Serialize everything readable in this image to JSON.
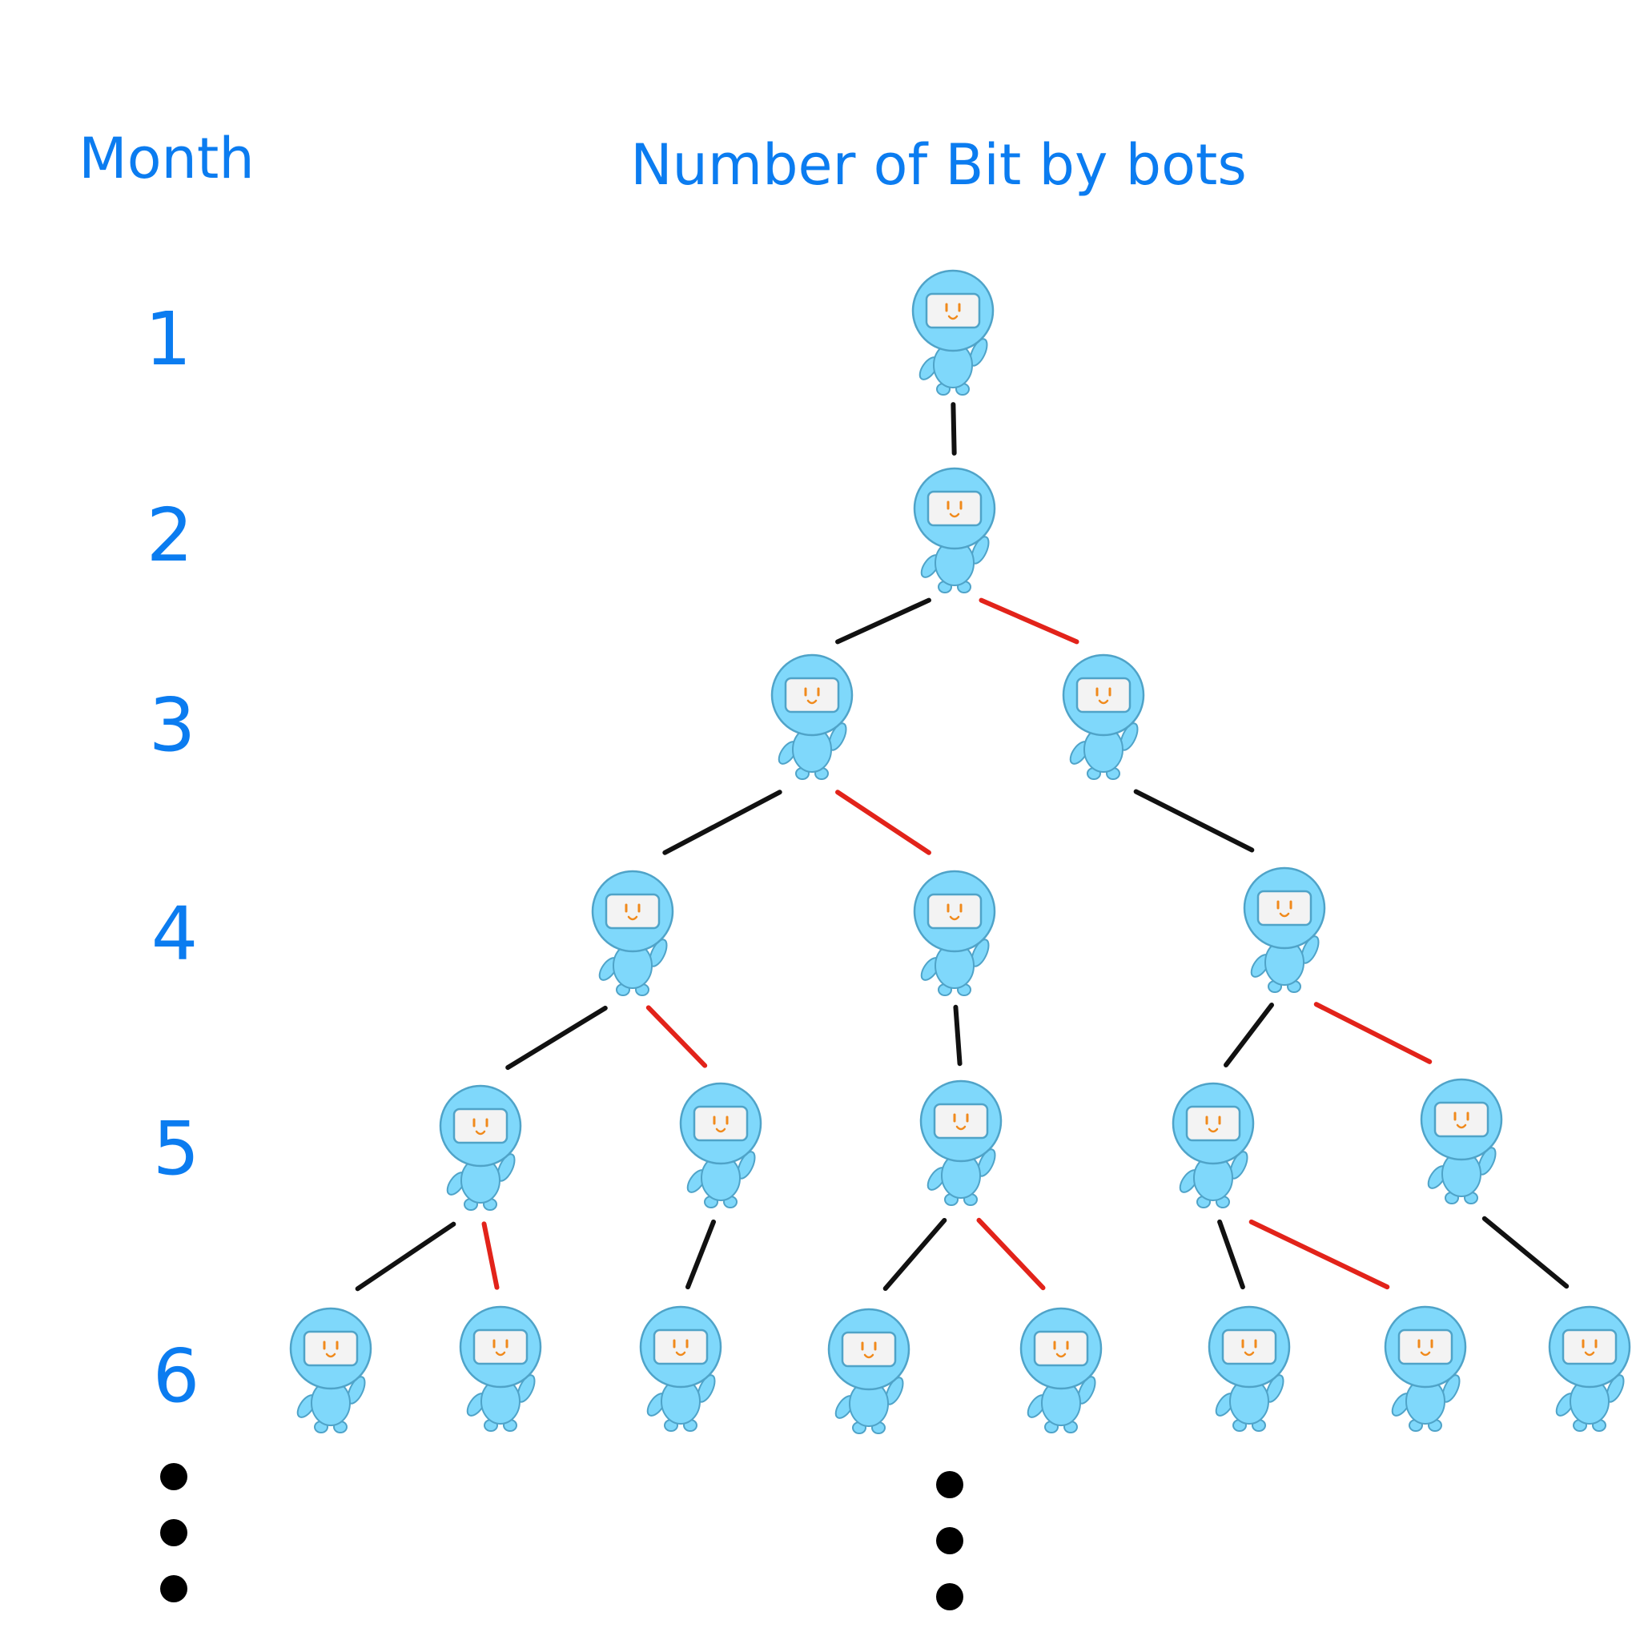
{
  "header": {
    "month_label": "Month",
    "title": "Number of Bit by bots"
  },
  "months": [
    "1",
    "2",
    "3",
    "4",
    "5",
    "6"
  ],
  "colors": {
    "text": "#0b7cf0",
    "bot_body": "#7fd8fb",
    "bot_outline": "#4fa3c8",
    "screen": "#f3f3f3",
    "face": "#f08a1c",
    "original_edge": "#111111",
    "new_edge": "#e2231a",
    "dots": "#000000"
  },
  "bot_icon": "robot-icon",
  "continuation": "ellipsis-dots",
  "generations": [
    {
      "month": "1",
      "bots": 1
    },
    {
      "month": "2",
      "bots": 1
    },
    {
      "month": "3",
      "bots": 2
    },
    {
      "month": "4",
      "bots": 3
    },
    {
      "month": "5",
      "bots": 5
    },
    {
      "month": "6",
      "bots": 8
    }
  ],
  "edges": [
    {
      "from": [
        0,
        0
      ],
      "to": [
        1,
        0
      ],
      "kind": "original"
    },
    {
      "from": [
        1,
        0
      ],
      "to": [
        2,
        0
      ],
      "kind": "original"
    },
    {
      "from": [
        1,
        0
      ],
      "to": [
        2,
        1
      ],
      "kind": "new"
    },
    {
      "from": [
        2,
        0
      ],
      "to": [
        3,
        0
      ],
      "kind": "original"
    },
    {
      "from": [
        2,
        0
      ],
      "to": [
        3,
        1
      ],
      "kind": "new"
    },
    {
      "from": [
        2,
        1
      ],
      "to": [
        3,
        2
      ],
      "kind": "original"
    },
    {
      "from": [
        3,
        0
      ],
      "to": [
        4,
        0
      ],
      "kind": "original"
    },
    {
      "from": [
        3,
        0
      ],
      "to": [
        4,
        1
      ],
      "kind": "new"
    },
    {
      "from": [
        3,
        1
      ],
      "to": [
        4,
        2
      ],
      "kind": "original"
    },
    {
      "from": [
        3,
        2
      ],
      "to": [
        4,
        3
      ],
      "kind": "original"
    },
    {
      "from": [
        3,
        2
      ],
      "to": [
        4,
        4
      ],
      "kind": "new"
    },
    {
      "from": [
        4,
        0
      ],
      "to": [
        5,
        0
      ],
      "kind": "original"
    },
    {
      "from": [
        4,
        0
      ],
      "to": [
        5,
        1
      ],
      "kind": "new"
    },
    {
      "from": [
        4,
        1
      ],
      "to": [
        5,
        2
      ],
      "kind": "original"
    },
    {
      "from": [
        4,
        2
      ],
      "to": [
        5,
        3
      ],
      "kind": "original"
    },
    {
      "from": [
        4,
        2
      ],
      "to": [
        5,
        4
      ],
      "kind": "new"
    },
    {
      "from": [
        4,
        3
      ],
      "to": [
        5,
        5
      ],
      "kind": "original"
    },
    {
      "from": [
        4,
        3
      ],
      "to": [
        5,
        6
      ],
      "kind": "new"
    },
    {
      "from": [
        4,
        4
      ],
      "to": [
        5,
        7
      ],
      "kind": "original"
    }
  ]
}
